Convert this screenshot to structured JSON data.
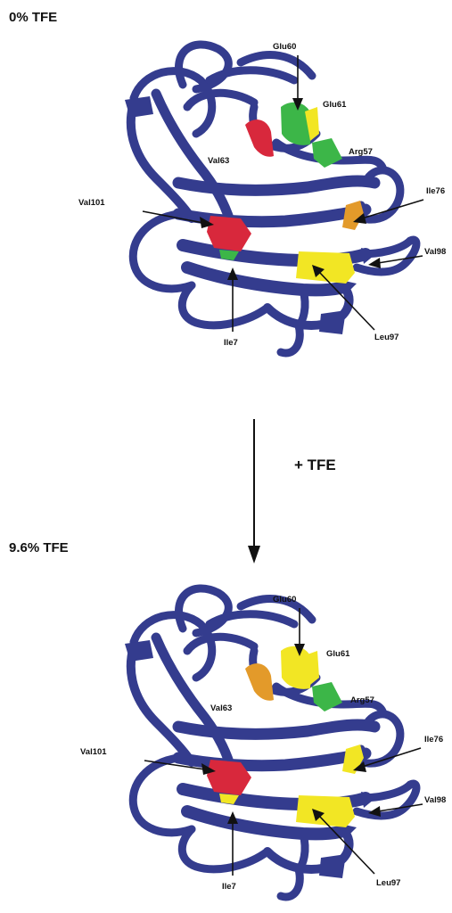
{
  "panels": [
    {
      "title": "0% TFE",
      "labels": {
        "glu60": "Glu60",
        "glu61": "Glu61",
        "arg57": "Arg57",
        "val63": "Val63",
        "val101": "Val101",
        "ile76": "Ile76",
        "val98": "Val98",
        "ile7": "Ile7",
        "leu97": "Leu97"
      },
      "colors": {
        "val63": "#d8283c",
        "glu60": "#3cb648",
        "glu61": "#f2e624",
        "arg57": "#3cb648",
        "val101": "#d8283c",
        "ile76": "#e39a2a",
        "leu97": "#f2e624",
        "ile7": "#3cb648"
      }
    },
    {
      "title": "9.6% TFE",
      "labels": {
        "glu60": "Glu60",
        "glu61": "Glu61",
        "arg57": "Arg57",
        "val63": "Val63",
        "val101": "Val101",
        "ile76": "Ile76",
        "val98": "Val98",
        "ile7": "Ile7",
        "leu97": "Leu97"
      },
      "colors": {
        "val63": "#e39a2a",
        "glu60": "#f2e624",
        "glu61": "#f2e624",
        "arg57": "#3cb648",
        "val101": "#d8283c",
        "ile76": "#f2e624",
        "leu97": "#f2e624",
        "ile7": "#f2e624"
      }
    }
  ],
  "transition_label": "+ TFE",
  "ribbon_color": "#343c8e"
}
